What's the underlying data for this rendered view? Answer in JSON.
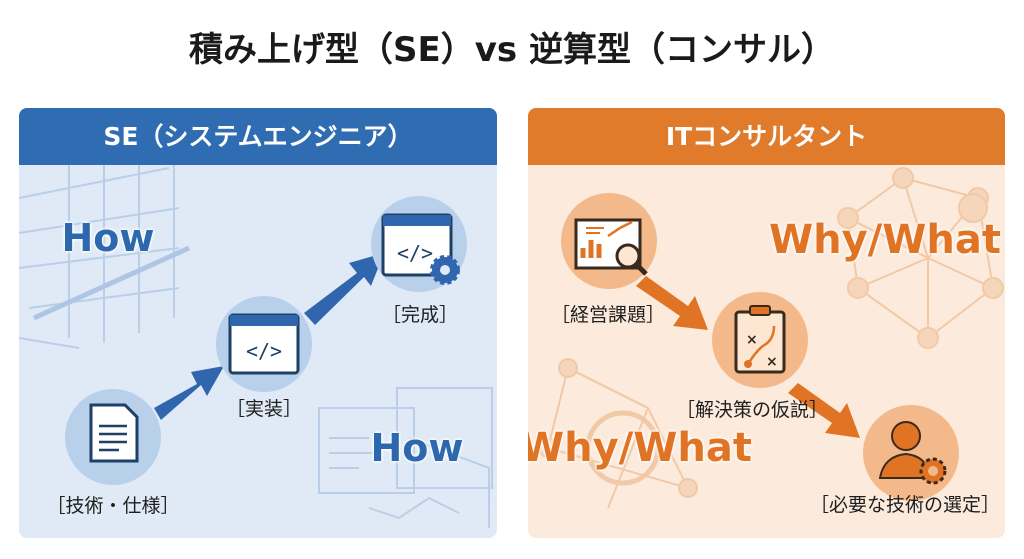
{
  "title": "積み上げ型（SE）vs 逆算型（コンサル）",
  "colors": {
    "se_accent": "#2f6cb2",
    "consultant_accent": "#e07b2c"
  },
  "se_panel": {
    "header": "SE（システムエンジニア）",
    "keyword_top": "How",
    "keyword_bottom": "How",
    "steps": [
      {
        "label": "［技術・仕様］",
        "icon": "document-icon"
      },
      {
        "label": "［実装］",
        "icon": "code-window-icon"
      },
      {
        "label": "［完成］",
        "icon": "code-window-gear-icon"
      }
    ]
  },
  "consultant_panel": {
    "header": "ITコンサルタント",
    "keyword_top": "Why/What",
    "keyword_bottom": "Why/What",
    "steps": [
      {
        "label": "［経営課題］",
        "icon": "chart-magnifier-icon"
      },
      {
        "label": "［解決策の仮説］",
        "icon": "clipboard-strategy-icon"
      },
      {
        "label": "［必要な技術の選定］",
        "icon": "person-gear-icon"
      }
    ]
  }
}
